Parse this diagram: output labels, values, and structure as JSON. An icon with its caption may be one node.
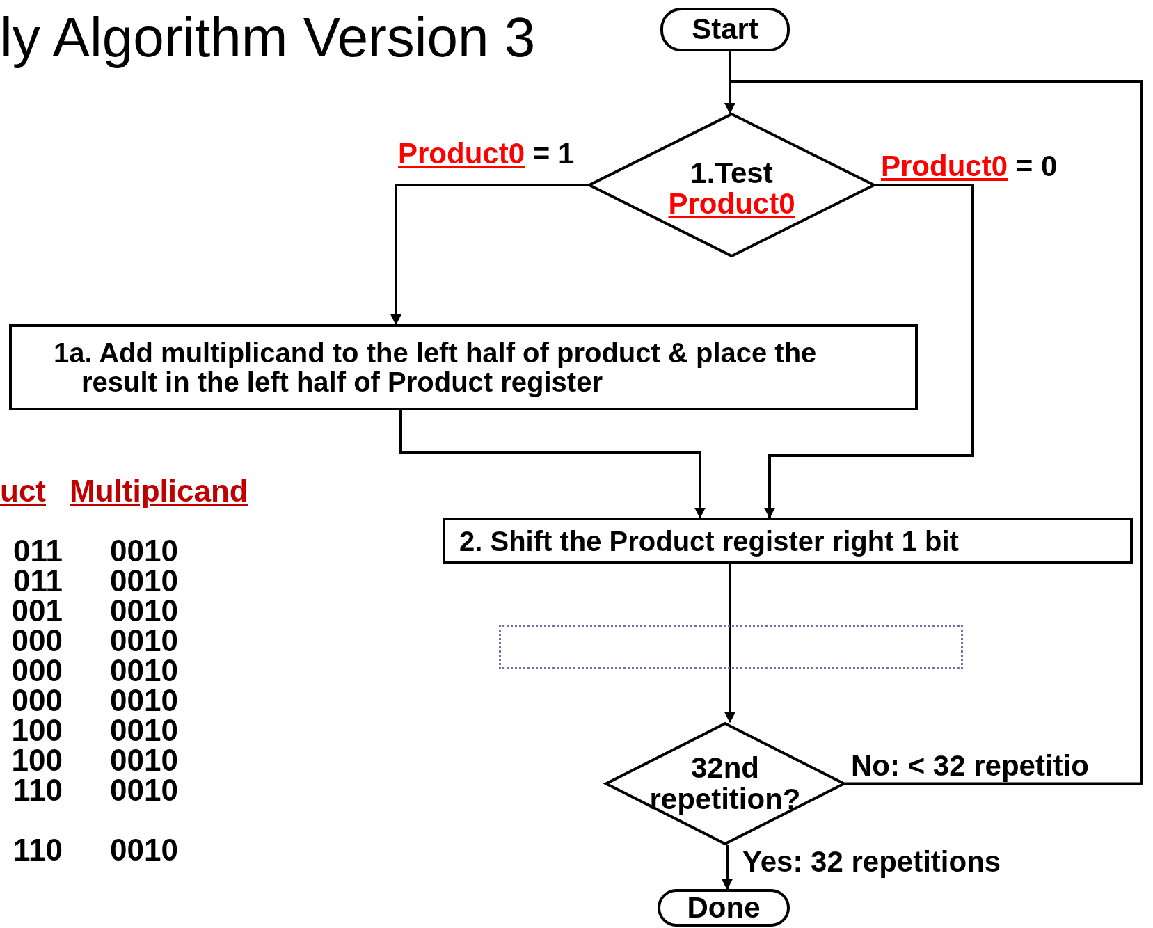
{
  "diagram": {
    "title": "ly Algorithm Version 3",
    "nodes": [
      {
        "text": [
          "Start"
        ]
      },
      {
        "text": [
          "1.Test",
          "Product0"
        ]
      },
      {
        "text": [
          "1a. Add multiplicand to the left half of product & place the result in the left half of Product register"
        ]
      },
      {
        "text": [
          "2. Shift the Product register right 1 bit"
        ]
      },
      {
        "text": [
          "32nd repetition?"
        ]
      },
      {
        "text": [
          "Done"
        ]
      }
    ],
    "edges": [
      {
        "from": 0,
        "to": 1,
        "arrow": "to"
      },
      {
        "from": 1,
        "to": 2,
        "arrow": "to",
        "label": "Product0 = 1"
      },
      {
        "from": 1,
        "to": 3,
        "arrow": "to",
        "label": "Product0 = 0"
      },
      {
        "from": 2,
        "to": 3,
        "arrow": "to"
      },
      {
        "from": 3,
        "to": 4,
        "arrow": "to"
      },
      {
        "from": 4,
        "to": 1,
        "arrow": "to",
        "label": "No: < 32 repetitio"
      },
      {
        "from": 4,
        "to": 5,
        "arrow": "to",
        "label": "Yes: 32 repetitions"
      }
    ],
    "labels": [
      "uct",
      "Multiplicand",
      "011",
      "0010",
      "011",
      "0010",
      "001",
      "0010",
      "000",
      "0010",
      "000",
      "0010",
      "000",
      "0010",
      "100",
      "0010",
      "100",
      "0010",
      "110",
      "0010",
      "110",
      "0010"
    ]
  }
}
